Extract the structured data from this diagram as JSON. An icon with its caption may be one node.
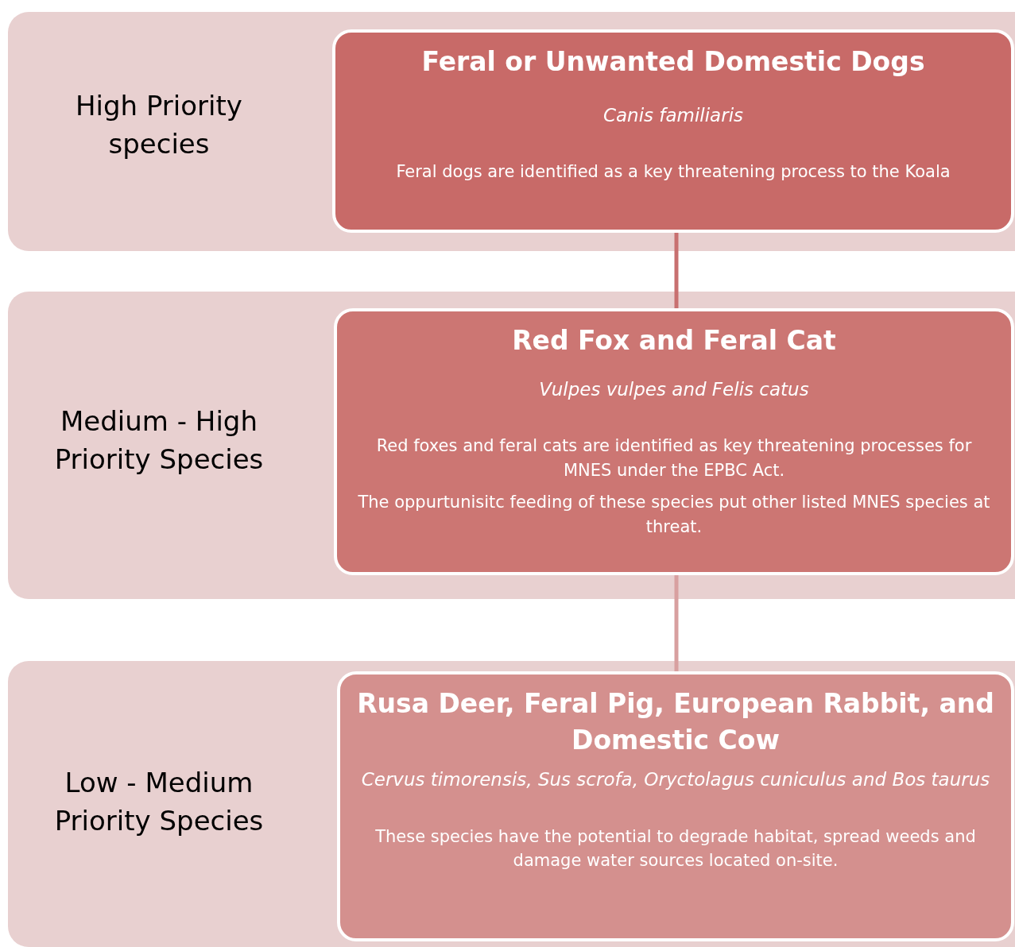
{
  "diagram": {
    "nodes": [
      {
        "text": [
          "High Priority species"
        ]
      },
      {
        "text": [
          "Feral or Unwanted Domestic Dogs",
          "Canis familiaris",
          "Feral dogs are identified as a key threatening process to the Koala"
        ],
        "in": 0
      },
      {
        "text": [
          "Medium - High Priority Species"
        ]
      },
      {
        "text": [
          "Red Fox and Feral Cat",
          "Vulpes vulpes and Felis catus",
          "Red foxes and feral cats are identified as key threatening processes for MNES under the EPBC Act.",
          "The oppurtunisitc feeding of these species put other listed MNES species at threat."
        ],
        "in": 2
      },
      {
        "text": [
          "Low - Medium Priority Species"
        ]
      },
      {
        "text": [
          "Rusa Deer, Feral Pig, European Rabbit,  and Domestic Cow",
          "Cervus timorensis, Sus scrofa, Oryctolagus cuniculus and Bos taurus",
          "These species have the potential to degrade habitat, spread weeds and damage water sources located on-site."
        ],
        "in": 4
      }
    ],
    "edges": [
      {
        "from": 1,
        "to": 3,
        "arrow": "none",
        "color": "#c87070"
      },
      {
        "from": 3,
        "to": 5,
        "arrow": "none",
        "color": "#d8a0a0"
      }
    ]
  }
}
